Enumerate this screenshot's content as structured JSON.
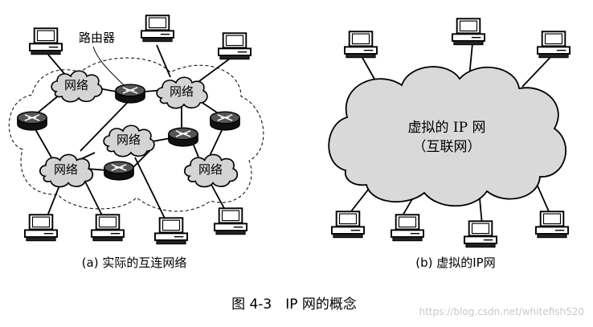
{
  "left": {
    "router_callout": "路由器",
    "network_labels": [
      "网络",
      "网络",
      "网络",
      "网络",
      "网络"
    ],
    "caption": "(a) 实际的互连网络"
  },
  "right": {
    "cloud_line1": "虚拟的 IP 网",
    "cloud_line2": "（互联网）",
    "caption": "(b) 虚拟的IP网"
  },
  "figure_caption": "图 4-3　IP 网的概念",
  "watermark": "https://blog.csdn.net/whitefish520"
}
